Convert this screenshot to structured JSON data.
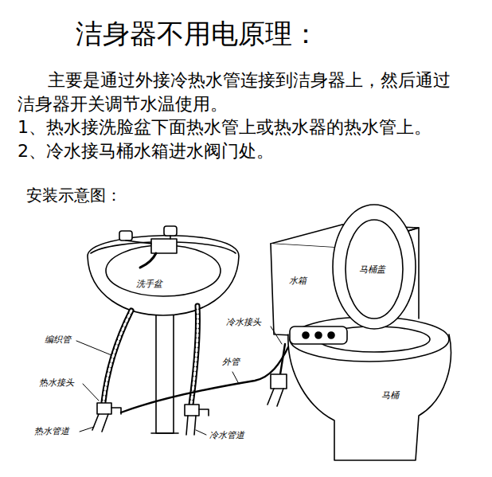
{
  "diagram": {
    "title": "洁身器不用电原理：",
    "labels": [
      "主要是通过外接冷热水管连接到洁身器上，然后通过 洁身器开关调节水温使用。",
      "1、热水接洗脸盆下面热水管上或热水器的热水管上。",
      "2、冷水接马桶水箱进水阀门处。",
      "安装示意图：",
      "洗手盆",
      "编织管",
      "热水接头",
      "热水管道",
      "外管",
      "冷水接头",
      "水箱",
      "马桶盖",
      "马桶",
      "冷水管道"
    ]
  }
}
